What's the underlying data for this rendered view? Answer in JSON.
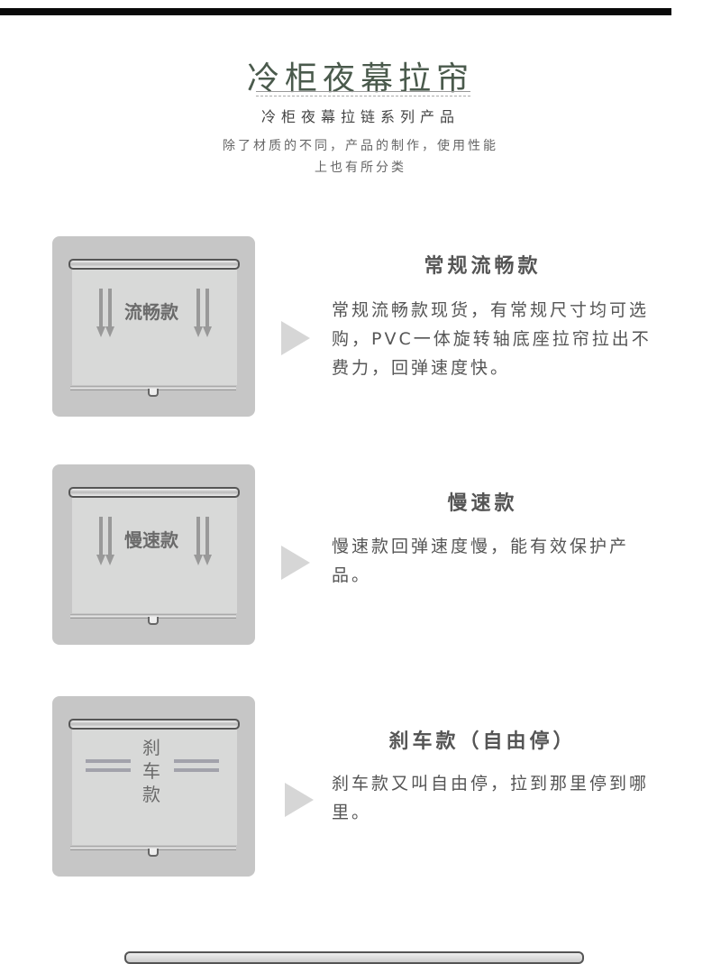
{
  "header": {
    "title": "冷柜夜幕拉帘",
    "subtitle": "冷柜夜幕拉链系列产品",
    "desc_line1": "除了材质的不同，产品的制作，使用性能",
    "desc_line2": "上也有所分类"
  },
  "sections": [
    {
      "image_label": "流畅款",
      "title": "常规流畅款",
      "text": "常规流畅款现货，有常规尺寸均可选购，PVC一体旋转轴底座拉帘拉出不费力，回弹速度快。"
    },
    {
      "image_label": "慢速款",
      "title": "慢速款",
      "text": "慢速款回弹速度慢，能有效保护产品。"
    },
    {
      "image_label": "刹车款",
      "title": "刹车款（自由停）",
      "text": "刹车款又叫自由停，拉到那里停到哪里。"
    }
  ]
}
